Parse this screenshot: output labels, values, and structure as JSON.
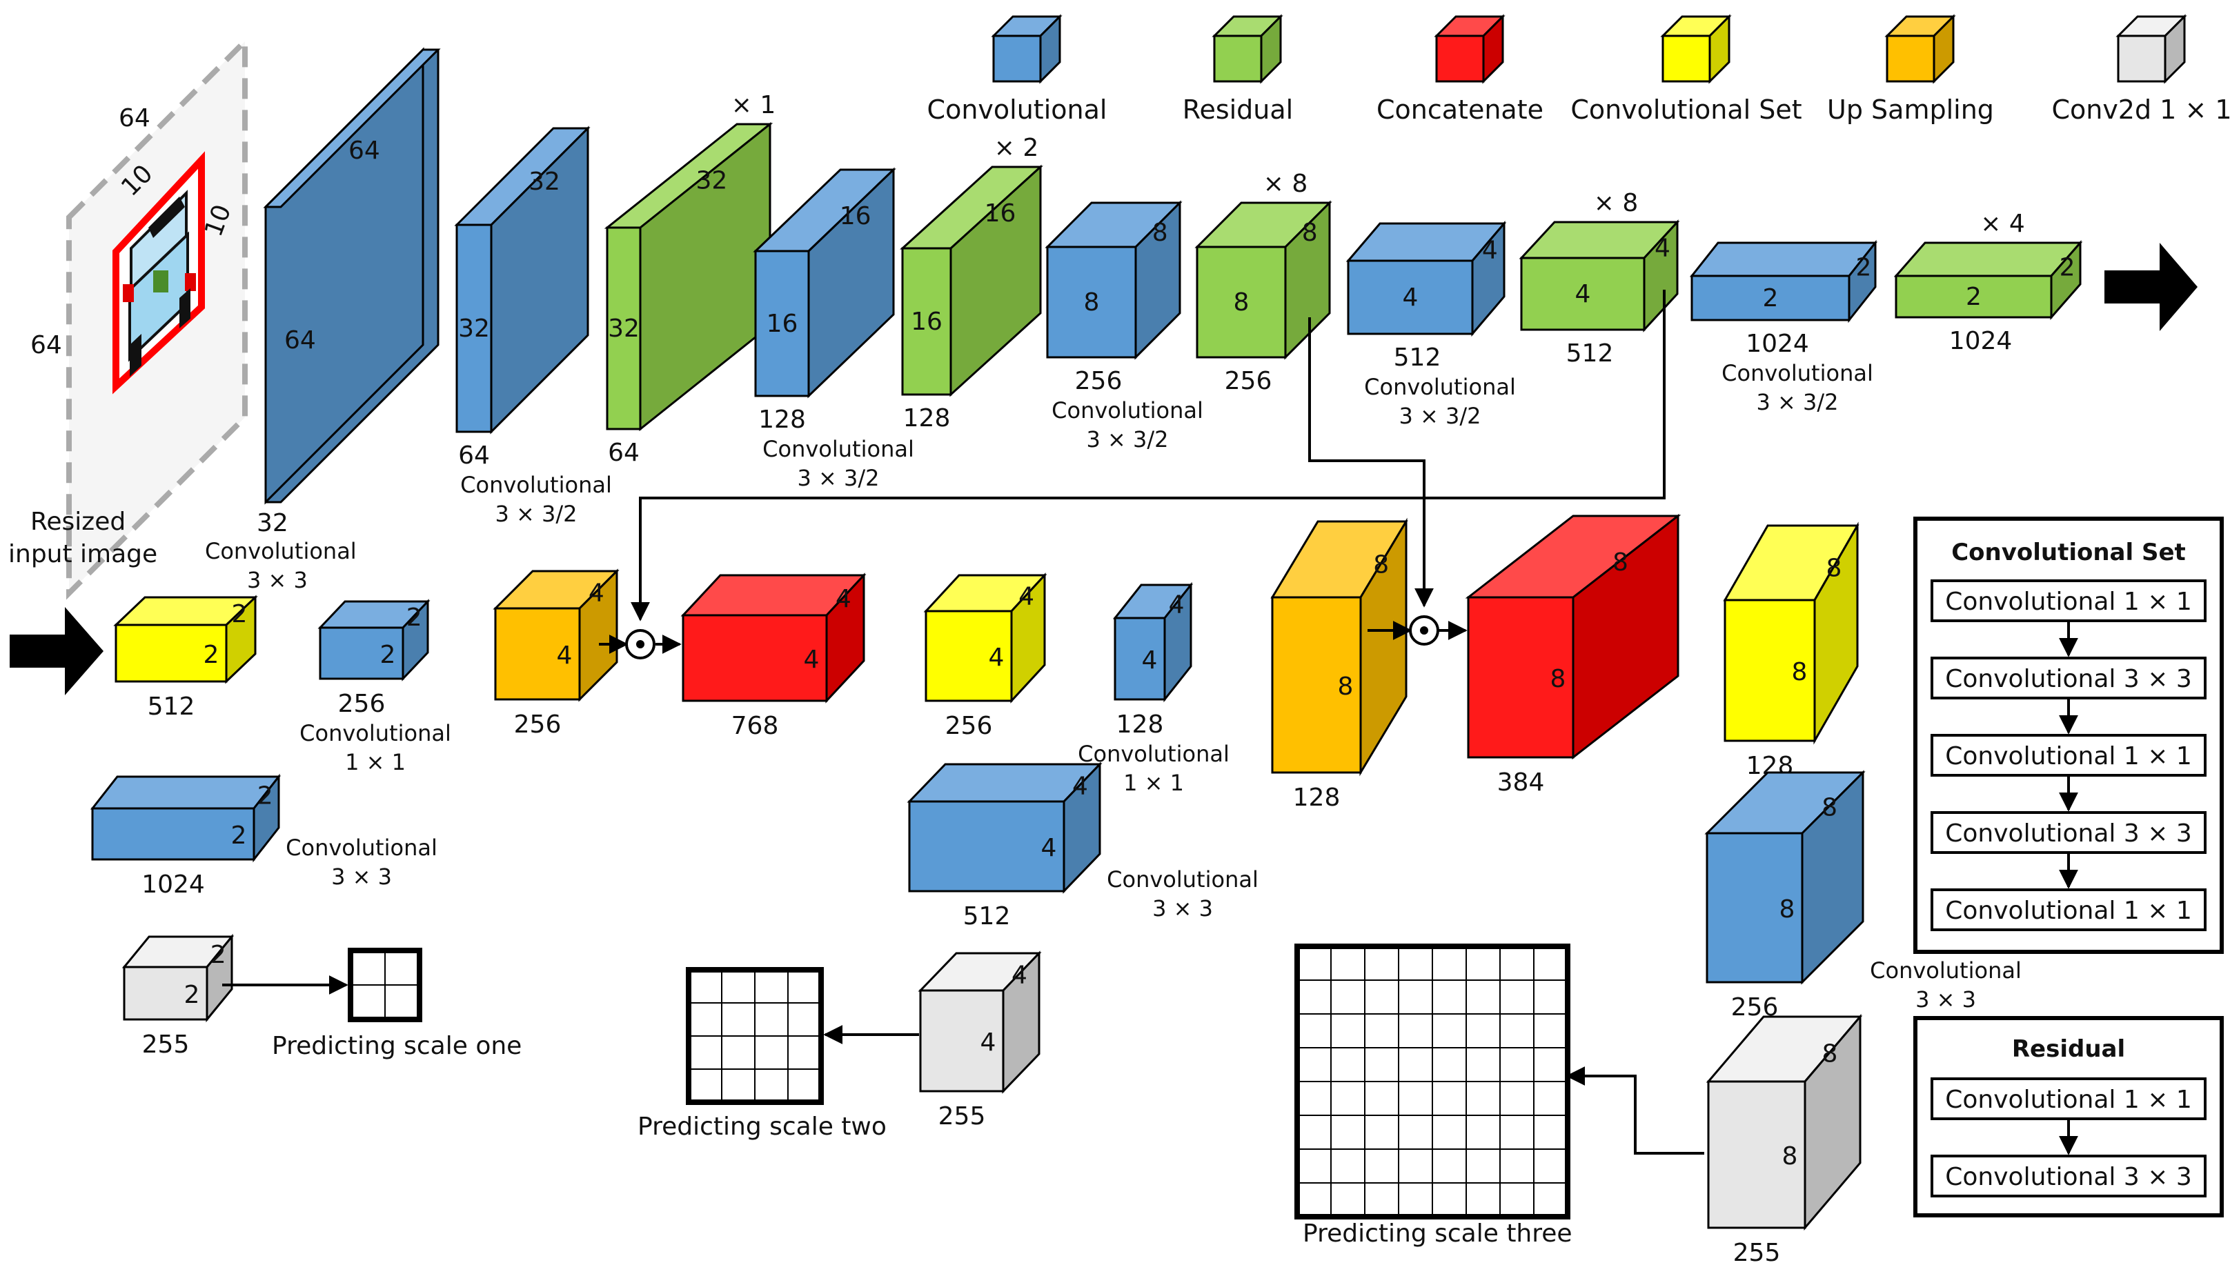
{
  "legend": [
    {
      "label": "Convolutional",
      "color": "#5b9bd5"
    },
    {
      "label": "Residual",
      "color": "#92d050"
    },
    {
      "label": "Concatenate",
      "color": "#ff0000"
    },
    {
      "label": "Convolutional Set",
      "color": "#ffff00"
    },
    {
      "label": "Up Sampling",
      "color": "#ffc000"
    },
    {
      "label": "Conv2d 1 × 1",
      "color": "#e6e6e6"
    }
  ],
  "input": {
    "label_line1": "Resized",
    "label_line2": "input image",
    "size_top": "64",
    "size_left": "64",
    "inner_a": "10",
    "inner_b": "10"
  },
  "backbone": [
    {
      "id": "b1",
      "kind": "conv",
      "front": "64",
      "side": "64",
      "bottom": "32",
      "desc": "Convolutional",
      "kernel": "3 × 3"
    },
    {
      "id": "b2",
      "kind": "conv",
      "front": "32",
      "side": "32",
      "bottom": "64",
      "desc": "Convolutional",
      "kernel": "3 × 3/2"
    },
    {
      "id": "b3",
      "kind": "res",
      "front": "32",
      "side": "32",
      "bottom": "64",
      "mult": "× 1"
    },
    {
      "id": "b4",
      "kind": "conv",
      "front": "16",
      "side": "16",
      "bottom": "128",
      "desc": "Convolutional",
      "kernel": "3 × 3/2"
    },
    {
      "id": "b5",
      "kind": "res",
      "front": "16",
      "side": "16",
      "bottom": "128",
      "mult": "× 2"
    },
    {
      "id": "b6",
      "kind": "conv",
      "front": "8",
      "side": "8",
      "bottom": "256",
      "desc": "Convolutional",
      "kernel": "3 × 3/2"
    },
    {
      "id": "b7",
      "kind": "res",
      "front": "8",
      "side": "8",
      "bottom": "256",
      "mult": "× 8"
    },
    {
      "id": "b8",
      "kind": "conv",
      "front": "4",
      "side": "4",
      "bottom": "512",
      "desc": "Convolutional",
      "kernel": "3 × 3/2"
    },
    {
      "id": "b9",
      "kind": "res",
      "front": "4",
      "side": "4",
      "bottom": "512",
      "mult": "× 8"
    },
    {
      "id": "b10",
      "kind": "conv",
      "front": "2",
      "side": "2",
      "bottom": "1024",
      "desc": "Convolutional",
      "kernel": "3 × 3/2"
    },
    {
      "id": "b11",
      "kind": "res",
      "front": "2",
      "side": "2",
      "bottom": "1024",
      "mult": "× 4"
    }
  ],
  "head": [
    {
      "id": "h1",
      "kind": "set",
      "front": "2",
      "side": "2",
      "bottom": "512"
    },
    {
      "id": "h2",
      "kind": "conv",
      "front": "2",
      "side": "2",
      "bottom": "256",
      "desc": "Convolutional",
      "kernel": "1 × 1"
    },
    {
      "id": "h3",
      "kind": "conv",
      "front": "2",
      "side": "2",
      "bottom": "1024",
      "desc": "Convolutional",
      "kernel": "3 × 3"
    },
    {
      "id": "h4",
      "kind": "out",
      "front": "2",
      "side": "2",
      "bottom": "255"
    },
    {
      "id": "h5",
      "kind": "up",
      "front": "4",
      "side": "4",
      "bottom": "256"
    },
    {
      "id": "h6",
      "kind": "cat",
      "front": "4",
      "side": "4",
      "bottom": "768"
    },
    {
      "id": "h7",
      "kind": "set",
      "front": "4",
      "side": "4",
      "bottom": "256"
    },
    {
      "id": "h8",
      "kind": "conv",
      "front": "4",
      "side": "4",
      "bottom": "128",
      "desc": "Convolutional",
      "kernel": "1 × 1"
    },
    {
      "id": "h9",
      "kind": "conv",
      "front": "4",
      "side": "4",
      "bottom": "512",
      "desc": "Convolutional",
      "kernel": "3 × 3"
    },
    {
      "id": "h10",
      "kind": "out",
      "front": "4",
      "side": "4",
      "bottom": "255"
    },
    {
      "id": "h11",
      "kind": "up",
      "front": "8",
      "side": "8",
      "bottom": "128"
    },
    {
      "id": "h12",
      "kind": "cat",
      "front": "8",
      "side": "8",
      "bottom": "384"
    },
    {
      "id": "h13",
      "kind": "set",
      "front": "8",
      "side": "8",
      "bottom": "128"
    },
    {
      "id": "h14",
      "kind": "conv",
      "front": "8",
      "side": "8",
      "bottom": "256",
      "desc": "Convolutional",
      "kernel": "3 × 3"
    },
    {
      "id": "h15",
      "kind": "out",
      "front": "8",
      "side": "8",
      "bottom": "255"
    }
  ],
  "predictions": {
    "one": "Predicting scale one",
    "two": "Predicting scale two",
    "three": "Predicting scale three"
  },
  "conv_set_box": {
    "title": "Convolutional Set",
    "items": [
      "Convolutional  1 × 1",
      "Convolutional  3 × 3",
      "Convolutional  1 × 1",
      "Convolutional  3 × 3",
      "Convolutional  1 × 1"
    ]
  },
  "residual_box": {
    "title": "Residual",
    "items": [
      "Convolutional  1 × 1",
      "Convolutional  3 × 3"
    ]
  }
}
